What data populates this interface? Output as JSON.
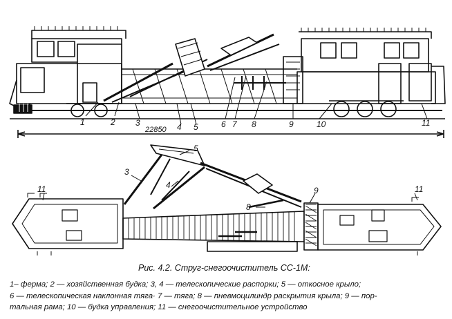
{
  "figure": {
    "caption": "Рис. 4.2. Струг-снегоочиститель СС-1М:",
    "dimension": "22850",
    "labels_side": [
      "1",
      "2",
      "3",
      "4",
      "5",
      "6",
      "7",
      "8",
      "9",
      "10",
      "11"
    ],
    "labels_top": [
      "5",
      "3",
      "4",
      "9",
      "8",
      "11",
      "11"
    ],
    "legend_lines": [
      "1– ферма; 2 — хозяйственная будка; 3, 4 — телескопические распорки; 5 — откосное крыло;",
      "6 — телескопическая наклонная тяга· 7 — тяга; 8 — пневмоцилиндр  раскрытия крыла; 9 — пор-",
      "тальная рама; 10 — будка управления; 11 — снегоочистительное устройство"
    ]
  }
}
